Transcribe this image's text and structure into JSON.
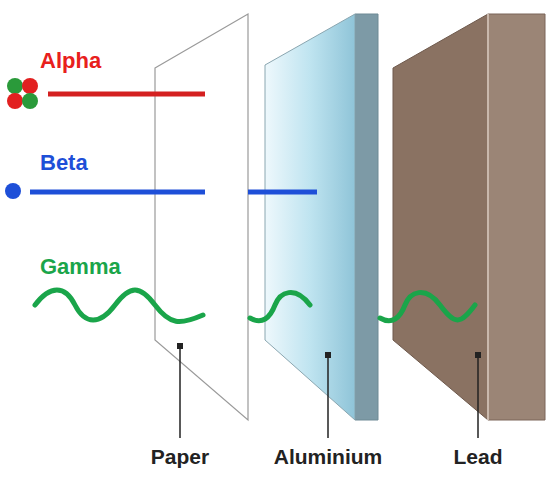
{
  "diagram": {
    "labels": [
      "Alpha",
      "Beta",
      "Gamma",
      "Paper",
      "Aluminium",
      "Lead"
    ]
  }
}
